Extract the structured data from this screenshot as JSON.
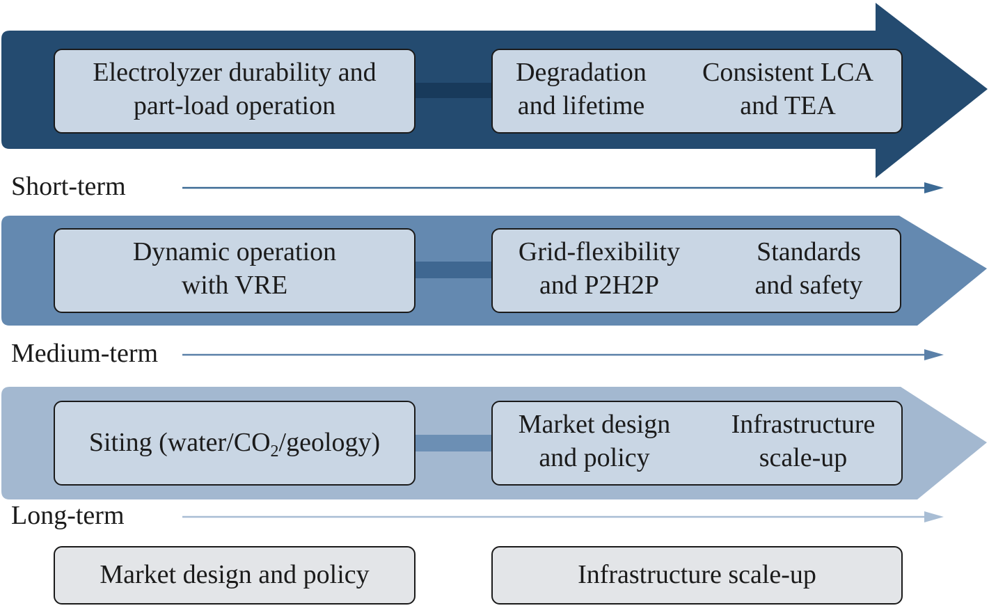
{
  "rows": [
    {
      "term": "Short-term",
      "left": "Electrolyzer durability and part-load operation",
      "right_a": "Degradation and lifetime",
      "right_b": "Consistent LCA and TEA",
      "color": "#244b70"
    },
    {
      "term": "Medium-term",
      "left": "Dynamic operation with VRE",
      "right_a": "Grid-flexibility and P2H2P",
      "right_b": "Standards and safety",
      "color": "#6489b0"
    },
    {
      "term": "Long-term",
      "left_pre": "Siting (water/CO",
      "left_sub": "2",
      "left_post": "/geology)",
      "right_a": "Market design and policy",
      "right_b": "Infrastructure scale-up",
      "color": "#a3b8d0"
    }
  ],
  "bottom": {
    "left": "Market design and policy",
    "right": "Infrastructure scale-up"
  }
}
